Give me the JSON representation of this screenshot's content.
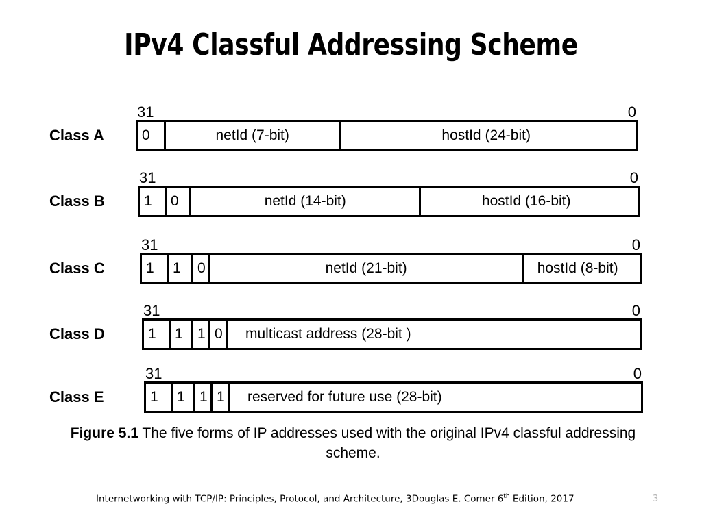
{
  "slide": {
    "title": "IPv4 Classful Addressing Scheme",
    "page_number": "3"
  },
  "figure": {
    "msb_label": "31",
    "lsb_label": "0",
    "rows": [
      {
        "class_label": "Class A",
        "bits": [
          "0"
        ],
        "fields": [
          {
            "text": "netId  (7-bit)",
            "align": "center"
          },
          {
            "text": "hostId (24-bit)",
            "align": "center"
          }
        ]
      },
      {
        "class_label": "Class B",
        "bits": [
          "1",
          "0"
        ],
        "fields": [
          {
            "text": "netId (14-bit)",
            "align": "center"
          },
          {
            "text": "hostId (16-bit)",
            "align": "center"
          }
        ]
      },
      {
        "class_label": "Class C",
        "bits": [
          "1",
          "1",
          "0"
        ],
        "fields": [
          {
            "text": "netId  (21-bit)",
            "align": "center"
          },
          {
            "text": "hostId (8-bit)",
            "align": "center"
          }
        ]
      },
      {
        "class_label": "Class D",
        "bits": [
          "1",
          "1",
          "1",
          "0"
        ],
        "fields": [
          {
            "text": "multicast address (28-bit )",
            "align": "leftish"
          }
        ]
      },
      {
        "class_label": "Class E",
        "bits": [
          "1",
          "1",
          "1",
          "1"
        ],
        "fields": [
          {
            "text": "reserved for future use (28-bit)",
            "align": "leftish"
          }
        ]
      }
    ]
  },
  "caption": {
    "figure_number": "Figure 5.1",
    "text": " The five forms of IP addresses used with the original IPv4 classful addressing scheme."
  },
  "footer": {
    "text_before_sup": "Internetworking with TCP/IP: Principles, Protocol, and Architecture, 3Douglas E. Comer 6",
    "sup": "th",
    "text_after_sup": " Edition, 2017"
  }
}
